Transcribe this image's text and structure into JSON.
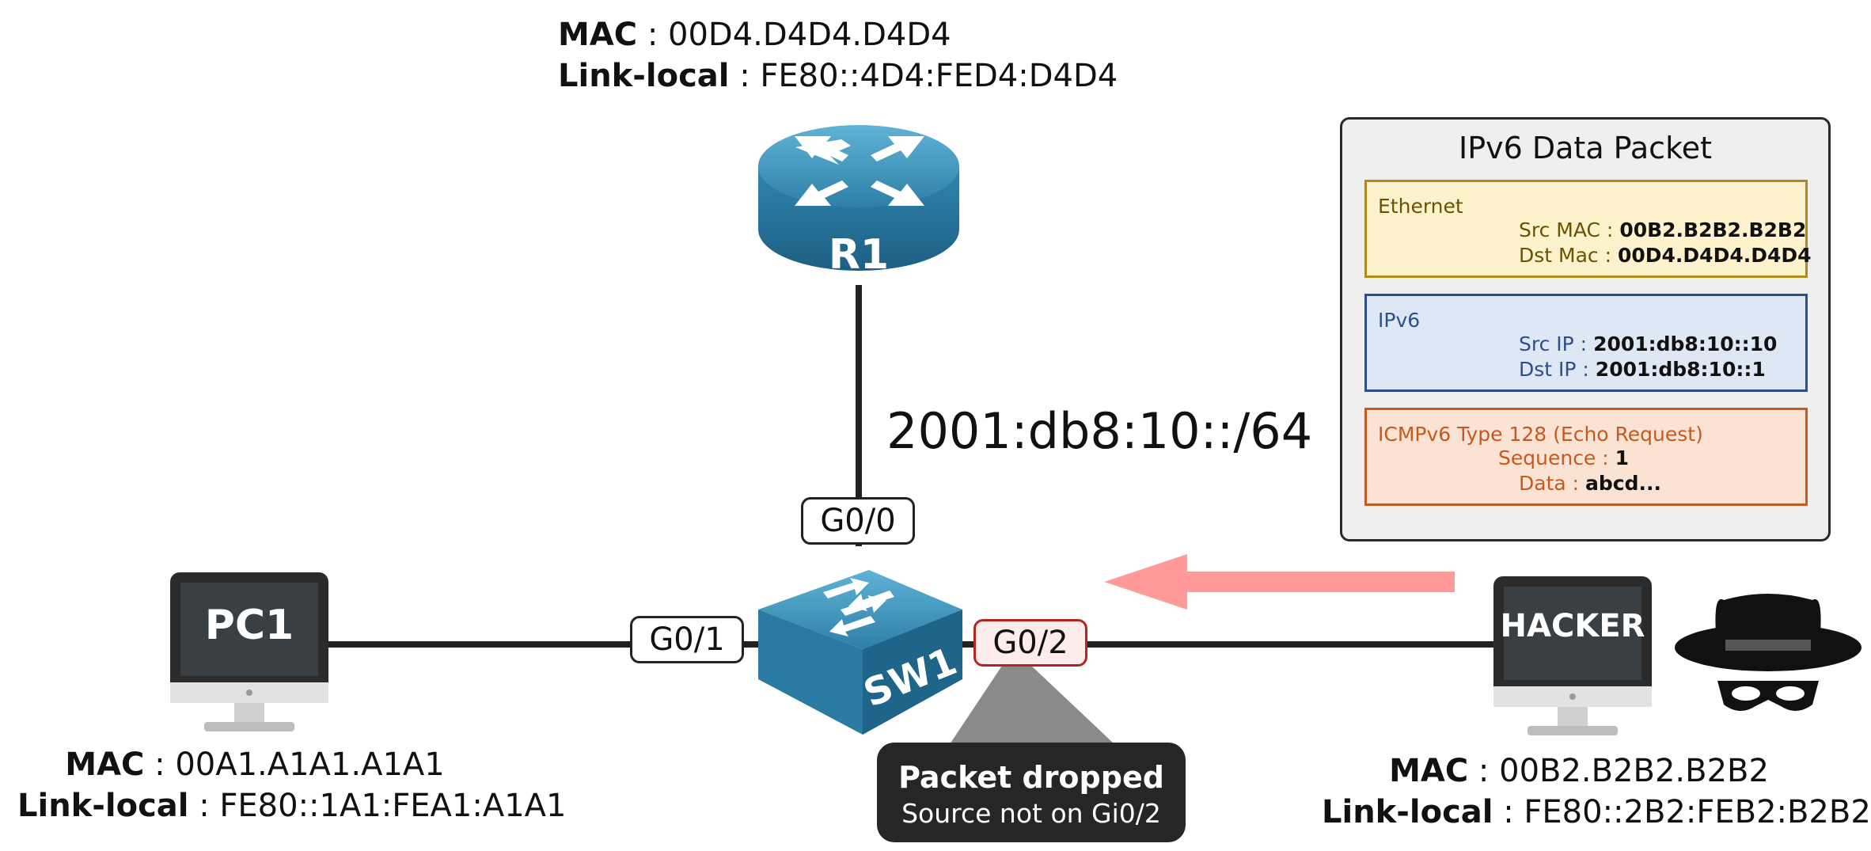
{
  "router": {
    "name": "R1",
    "mac_label": "MAC",
    "mac": "00D4.D4D4.D4D4",
    "ll_label": "Link-local",
    "ll": "FE80::4D4:FED4:D4D4"
  },
  "switch": {
    "name": "SW1",
    "port_up": "G0/0",
    "port_left": "G0/1",
    "port_right": "G0/2"
  },
  "pc1": {
    "name": "PC1",
    "mac_label": "MAC",
    "mac": "00A1.A1A1.A1A1",
    "ll_label": "Link-local",
    "ll": "FE80::1A1:FEA1:A1A1"
  },
  "hacker": {
    "name": "HACKER",
    "mac_label": "MAC",
    "mac": "00B2.B2B2.B2B2",
    "ll_label": "Link-local",
    "ll": "FE80::2B2:FEB2:B2B2"
  },
  "subnet": "2001:db8:10::/64",
  "packet": {
    "title": "IPv6 Data Packet",
    "ethernet": {
      "name": "Ethernet",
      "src_label": "Src MAC :",
      "src": "00B2.B2B2.B2B2",
      "dst_label": "Dst Mac :",
      "dst": "00D4.D4D4.D4D4"
    },
    "ipv6": {
      "name": "IPv6",
      "src_label": "Src IP :",
      "src": "2001:db8:10::10",
      "dst_label": "Dst IP :",
      "dst": "2001:db8:10::1"
    },
    "icmp": {
      "name": "ICMPv6 Type 128 (Echo Request)",
      "seq_label": "Sequence :",
      "seq": "1",
      "data_label": "Data :",
      "data": "abcd..."
    }
  },
  "drop": {
    "title": "Packet dropped",
    "reason": "Source not on Gi0/2"
  },
  "colors": {
    "arrow": "#ff9a9a",
    "device_blue": "#2f7fa6",
    "drop_port": "#b3261e"
  }
}
